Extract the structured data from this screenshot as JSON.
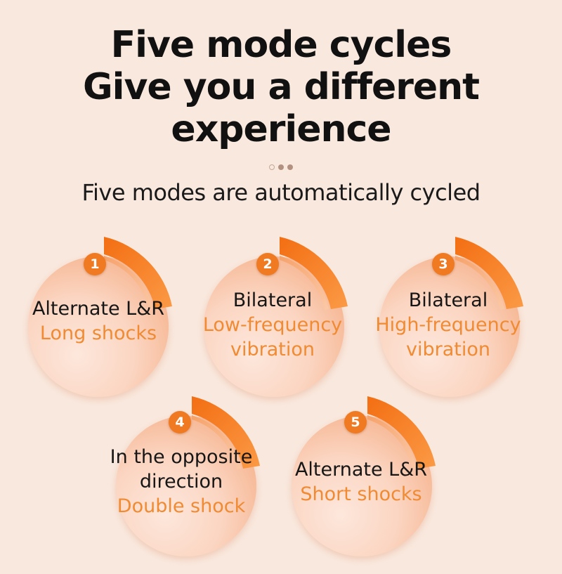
{
  "headline": {
    "line1": "Five mode cycles",
    "line2": "Give you a different",
    "line3": "experience"
  },
  "subtitle": "Five modes are automatically cycled",
  "colors": {
    "background": "#f9e8de",
    "accent": "#f07a21",
    "accent_text": "#f08a33",
    "circle": "#fbd8c6"
  },
  "modes": [
    {
      "number": "1",
      "line1": "Alternate L&R",
      "accent1": "Long shocks"
    },
    {
      "number": "2",
      "line1": "Bilateral",
      "accent1": "Low-frequency",
      "accent2": "vibration"
    },
    {
      "number": "3",
      "line1": "Bilateral",
      "accent1": "High-frequency",
      "accent2": "vibration"
    },
    {
      "number": "4",
      "line1": "In the opposite",
      "line2": "direction",
      "accent1": "Double shock"
    },
    {
      "number": "5",
      "line1": "Alternate L&R",
      "accent1": "Short shocks"
    }
  ]
}
